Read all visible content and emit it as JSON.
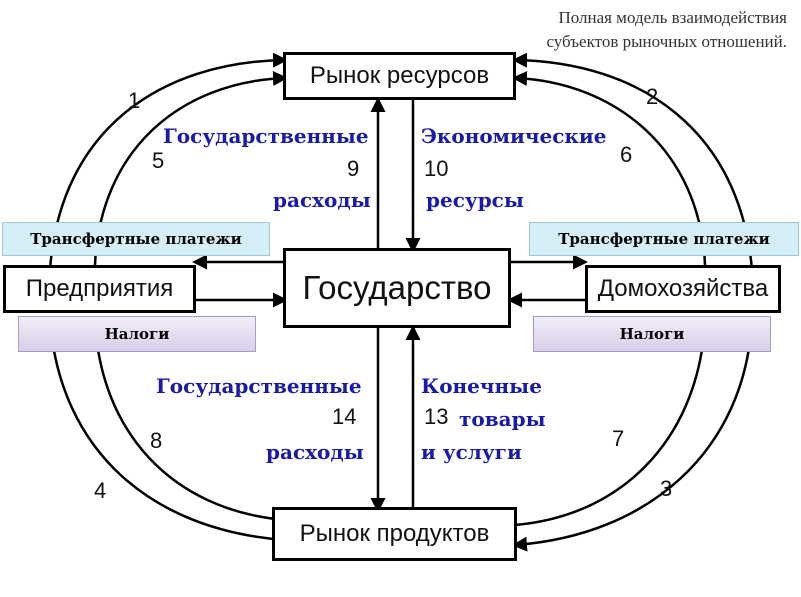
{
  "title": {
    "line1": "Полная модель взаимодействия",
    "line2": "субъектов рыночных отношений."
  },
  "nodes": {
    "resource_market": "Рынок ресурсов",
    "product_market": "Рынок продуктов",
    "state": "Государство",
    "firms": "Предприятия",
    "households": "Домохозяйства"
  },
  "labels": {
    "gov_spending_top_1": "Государственные",
    "gov_spending_top_2": "расходы",
    "economic_resources_1": "Экономические",
    "economic_resources_2": "ресурсы",
    "gov_spending_bottom_1": "Государственные",
    "gov_spending_bottom_2": "расходы",
    "final_goods_1": "Конечные",
    "final_goods_2": "товары",
    "final_goods_3": "и услуги",
    "transfer_left": "Трансфертные платежи",
    "transfer_right": "Трансфертные платежи",
    "taxes_left": "Налоги",
    "taxes_right": "Налоги"
  },
  "numbers": {
    "n1": "1",
    "n2": "2",
    "n3": "3",
    "n4": "4",
    "n5": "5",
    "n6": "6",
    "n7": "7",
    "n8": "8",
    "n9": "9",
    "n10": "10",
    "n13": "13",
    "n14": "14"
  },
  "colors": {
    "label_blue": "#1a1aa8",
    "transfer_bg": "#d6eef7",
    "taxes_bg": "#dcd3ec"
  }
}
